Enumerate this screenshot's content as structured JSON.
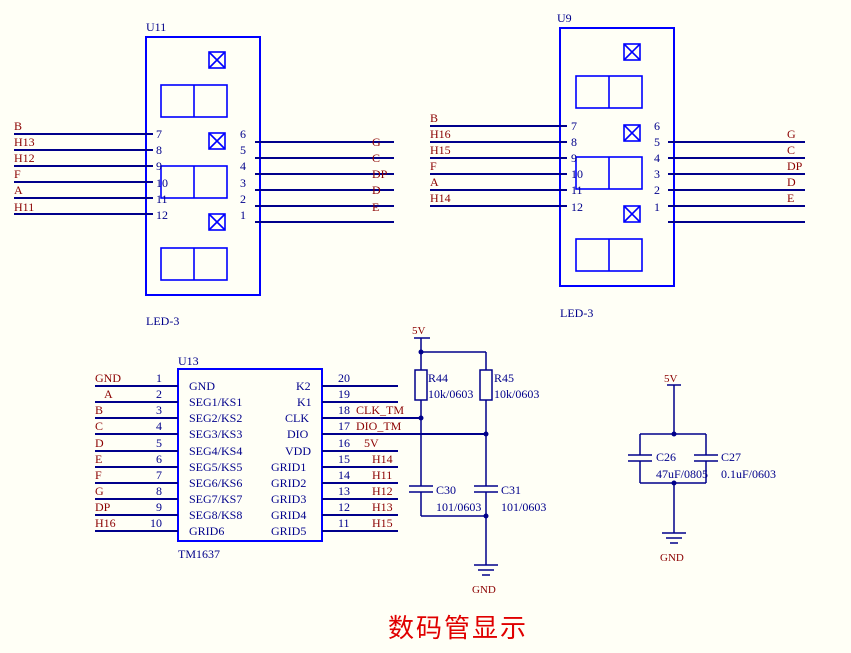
{
  "title": "数码管显示",
  "u11": {
    "ref": "U11",
    "value": "LED-3",
    "left_pins": [
      {
        "net": "B",
        "num": "7"
      },
      {
        "net": "H13",
        "num": "8"
      },
      {
        "net": "H12",
        "num": "9"
      },
      {
        "net": "F",
        "num": "10"
      },
      {
        "net": "A",
        "num": "11"
      },
      {
        "net": "H11",
        "num": "12"
      }
    ],
    "right_pins": [
      {
        "net": "G",
        "num": "6"
      },
      {
        "net": "C",
        "num": "5"
      },
      {
        "net": "DP",
        "num": "4"
      },
      {
        "net": "D",
        "num": "3"
      },
      {
        "net": "E",
        "num": "2"
      },
      {
        "net": "",
        "num": "1"
      }
    ]
  },
  "u9": {
    "ref": "U9",
    "value": "LED-3",
    "left_pins": [
      {
        "net": "B",
        "num": "7"
      },
      {
        "net": "H16",
        "num": "8"
      },
      {
        "net": "H15",
        "num": "9"
      },
      {
        "net": "F",
        "num": "10"
      },
      {
        "net": "A",
        "num": "11"
      },
      {
        "net": "H14",
        "num": "12"
      }
    ],
    "right_pins": [
      {
        "net": "G",
        "num": "6"
      },
      {
        "net": "C",
        "num": "5"
      },
      {
        "net": "DP",
        "num": "4"
      },
      {
        "net": "D",
        "num": "3"
      },
      {
        "net": "E",
        "num": "2"
      },
      {
        "net": "",
        "num": "1"
      }
    ]
  },
  "u13": {
    "ref": "U13",
    "value": "TM1637",
    "left_pins": [
      {
        "net": "GND",
        "num": "1",
        "name": "GND"
      },
      {
        "net": "A",
        "num": "2",
        "name": "SEG1/KS1"
      },
      {
        "net": "B",
        "num": "3",
        "name": "SEG2/KS2"
      },
      {
        "net": "C",
        "num": "4",
        "name": "SEG3/KS3"
      },
      {
        "net": "D",
        "num": "5",
        "name": "SEG4/KS4"
      },
      {
        "net": "E",
        "num": "6",
        "name": "SEG5/KS5"
      },
      {
        "net": "F",
        "num": "7",
        "name": "SEG6/KS6"
      },
      {
        "net": "G",
        "num": "8",
        "name": "SEG7/KS7"
      },
      {
        "net": "DP",
        "num": "9",
        "name": "SEG8/KS8"
      },
      {
        "net": "H16",
        "num": "10",
        "name": "GRID6"
      }
    ],
    "right_pins": [
      {
        "net": "",
        "num": "20",
        "name": "K2"
      },
      {
        "net": "",
        "num": "19",
        "name": "K1"
      },
      {
        "net": "CLK_TM",
        "num": "18",
        "name": "CLK"
      },
      {
        "net": "DIO_TM",
        "num": "17",
        "name": "DIO"
      },
      {
        "net": "5V",
        "num": "16",
        "name": "VDD"
      },
      {
        "net": "H14",
        "num": "15",
        "name": "GRID1"
      },
      {
        "net": "H11",
        "num": "14",
        "name": "GRID2"
      },
      {
        "net": "H12",
        "num": "13",
        "name": "GRID3"
      },
      {
        "net": "H13",
        "num": "12",
        "name": "GRID4"
      },
      {
        "net": "H15",
        "num": "11",
        "name": "GRID5"
      }
    ]
  },
  "pullups": {
    "power": "5V",
    "gnd": "GND",
    "r44": {
      "ref": "R44",
      "value": "10k/0603"
    },
    "r45": {
      "ref": "R45",
      "value": "10k/0603"
    },
    "c30": {
      "ref": "C30",
      "value": "101/0603"
    },
    "c31": {
      "ref": "C31",
      "value": "101/0603"
    }
  },
  "decoupling": {
    "power": "5V",
    "gnd": "GND",
    "c26": {
      "ref": "C26",
      "value": "47uF/0805"
    },
    "c27": {
      "ref": "C27",
      "value": "0.1uF/0603"
    }
  }
}
